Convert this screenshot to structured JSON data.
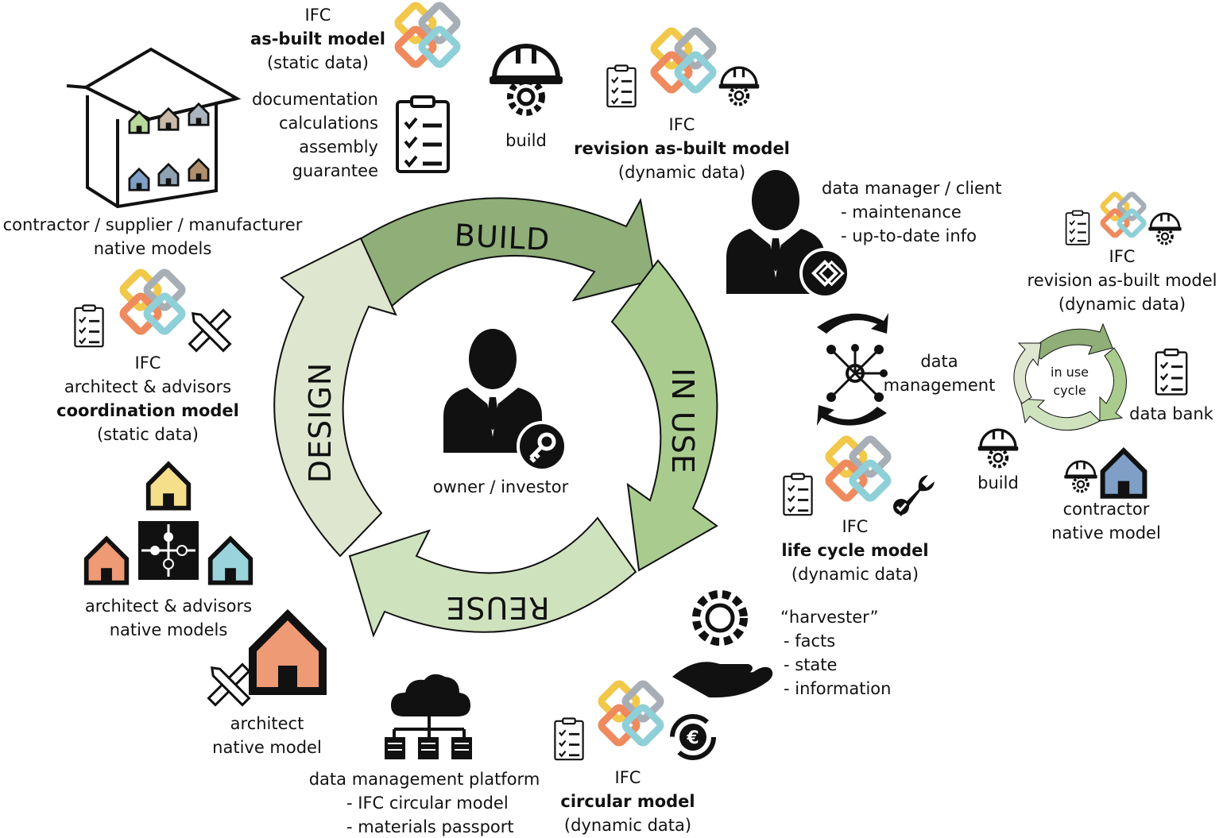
{
  "center": {
    "label": "owner / investor"
  },
  "phases": {
    "build": "BUILD",
    "in_use": "IN USE",
    "reuse": "REUSE",
    "design": "DESIGN"
  },
  "colors": {
    "build_arrow": "#8fae78",
    "in_use_arrow": "#a9cc8e",
    "reuse_arrow": "#cfe2be",
    "design_arrow": "#dfe6cf",
    "ifc_yellow": "#f2c84b",
    "ifc_grey": "#a8aeb5",
    "ifc_orange": "#ee8a5e",
    "ifc_teal": "#8fd0d8",
    "house_green": "#b9d89a",
    "house_beige": "#c9b9a6",
    "house_grey": "#aab4bd",
    "house_blue": "#7f9fc6",
    "house_slate": "#8fa2b1",
    "house_brown": "#b08f6c",
    "house_yellow": "#f6df8a",
    "house_orange": "#ee9a75",
    "house_cyan": "#9bd3dc"
  },
  "labels": {
    "asbuilt": [
      "IFC",
      "as-built model",
      "(static data)"
    ],
    "docs": [
      "documentation",
      "calculations",
      "assembly",
      "guarantee"
    ],
    "build": "build",
    "revision": [
      "IFC",
      "revision as-built model",
      "(dynamic data)"
    ],
    "contractor_supplier": [
      "contractor / supplier / manufacturer",
      "native models"
    ],
    "data_manager": [
      "data manager / client",
      "- maintenance",
      "- up-to-date info"
    ],
    "revision_right": [
      "IFC",
      "revision as-built model",
      "(dynamic data)"
    ],
    "coordination": [
      "IFC",
      "architect & advisors",
      "coordination model",
      "(static data)"
    ],
    "data_management": [
      "data",
      "management"
    ],
    "in_use_cycle": [
      "in use",
      "cycle"
    ],
    "data_bank": "data bank",
    "build_right": "build",
    "contractor_native": [
      "contractor",
      "native model"
    ],
    "life_cycle": [
      "IFC",
      "life cycle model",
      "(dynamic data)"
    ],
    "architect_advisors_native": [
      "architect & advisors",
      "native models"
    ],
    "harvester": [
      "“harvester”",
      "- facts",
      "- state",
      "- information"
    ],
    "architect_native": [
      "architect",
      "native model"
    ],
    "platform": [
      "data management platform",
      "- IFC circular model",
      "- materials passport"
    ],
    "circular": [
      "IFC",
      "circular model",
      "(dynamic data)"
    ]
  },
  "icons": [
    "ifc-logo-icon",
    "clipboard-checklist-icon",
    "hard-hat-gear-icon",
    "businessman-icon",
    "key-icon",
    "house-icon",
    "puzzle-icon",
    "ruler-pencil-icon",
    "wrench-check-icon",
    "gear-hand-icon",
    "cloud-server-icon",
    "euro-cycle-icon",
    "network-hub-icon"
  ]
}
